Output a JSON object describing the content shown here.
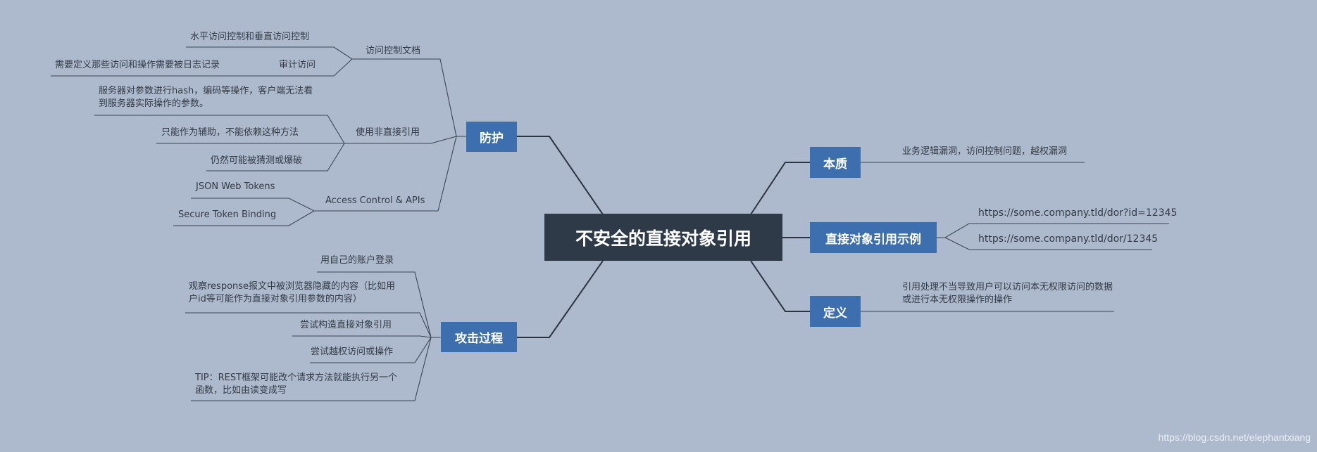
{
  "root": {
    "label": "不安全的直接对象引用"
  },
  "branches": {
    "essence": {
      "label": "本质",
      "children": [
        "业务逻辑漏洞，访问控制问题，越权漏洞"
      ]
    },
    "example": {
      "label": "直接对象引用示例",
      "children": [
        "https://some.company.tld/dor?id=12345",
        "https://some.company.tld/dor/12345"
      ]
    },
    "definition": {
      "label": "定义",
      "children": [
        "引用处理不当导致用户可以访问本无权限访问的数据或进行本无权限操作的操作"
      ]
    },
    "protect": {
      "label": "防护",
      "doc": {
        "label": "访问控制文档",
        "children": [
          "水平访问控制和垂直访问控制"
        ],
        "audit": {
          "label": "审计访问",
          "children": [
            "需要定义那些访问和操作需要被日志记录"
          ]
        }
      },
      "indirect": {
        "label": "使用非直接引用",
        "children": [
          "服务器对参数进行hash，编码等操作，客户端无法看到服务器实际操作的参数。",
          "只能作为辅助，不能依赖这种方法",
          "仍然可能被猜测或爆破"
        ]
      },
      "apis": {
        "label": "Access Control & APIs",
        "children": [
          "JSON Web Tokens",
          "Secure Token Binding"
        ]
      }
    },
    "attack": {
      "label": "攻击过程",
      "children": [
        "用自己的账户登录",
        "观察response报文中被浏览器隐藏的内容（比如用户id等可能作为直接对象引用参数的内容）",
        "尝试构造直接对象引用",
        "尝试越权访问或操作",
        "TIP：REST框架可能改个请求方法就能执行另一个函数，比如由读变成写"
      ]
    }
  },
  "watermark": "https://blog.csdn.net/elephantxiang",
  "colors": {
    "background": "#adbace",
    "root": "#2e3a48",
    "main": "#3d6fae",
    "line": "#2b3542",
    "sub_line": "#3b4554"
  }
}
